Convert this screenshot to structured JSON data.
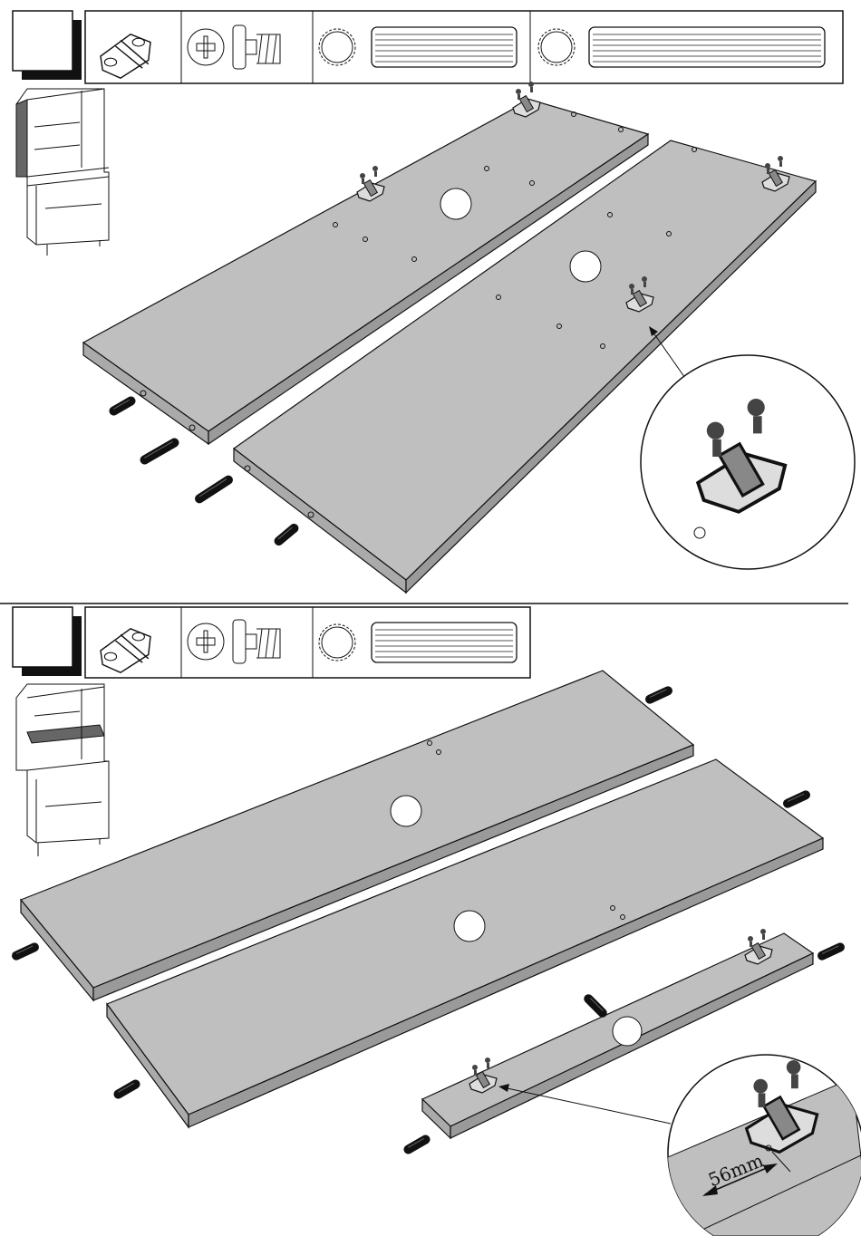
{
  "steps": [
    {
      "name": "step-1",
      "parts": [
        "hinge-plate",
        "euro-screw",
        "short-dowel",
        "long-dowel"
      ]
    },
    {
      "name": "step-2",
      "parts": [
        "hinge-plate",
        "euro-screw",
        "short-dowel"
      ]
    }
  ],
  "detail": {
    "dimension_label": "56mm"
  },
  "colors": {
    "panel": "#bfbfbf",
    "edge": "#9a9a9a",
    "ink": "#111111"
  }
}
